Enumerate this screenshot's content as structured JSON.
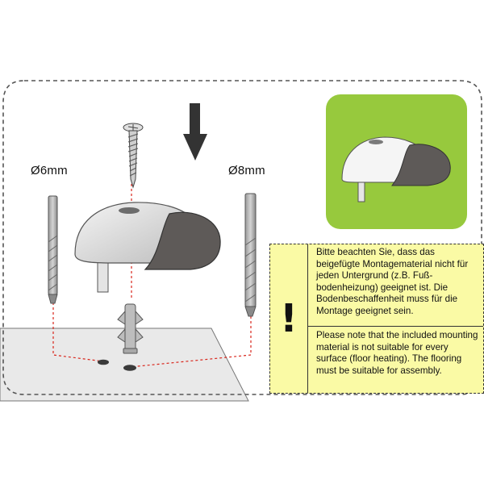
{
  "labels": {
    "left_drill": "Ø6mm",
    "right_drill": "Ø8mm"
  },
  "notice": {
    "icon": "exclamation-icon",
    "icon_glyph": "!",
    "text_de": "Bitte beachten Sie, dass das beigefügte Montagematerial nicht für jeden Untergrund (z.B. Fuß-bodenheizung) geeignet ist. Die Bodenbeschaffenheit muss für die Montage geeignet sein.",
    "text_en": "Please note that the included mounting material is not suitable for every surface (floor heating). The flooring must be suitable for assembly."
  },
  "colors": {
    "accent_green": "#97c93d",
    "notice_yellow": "#fafaa5",
    "guide_red": "#d9261c",
    "rubber_dark": "#5e5a58"
  }
}
